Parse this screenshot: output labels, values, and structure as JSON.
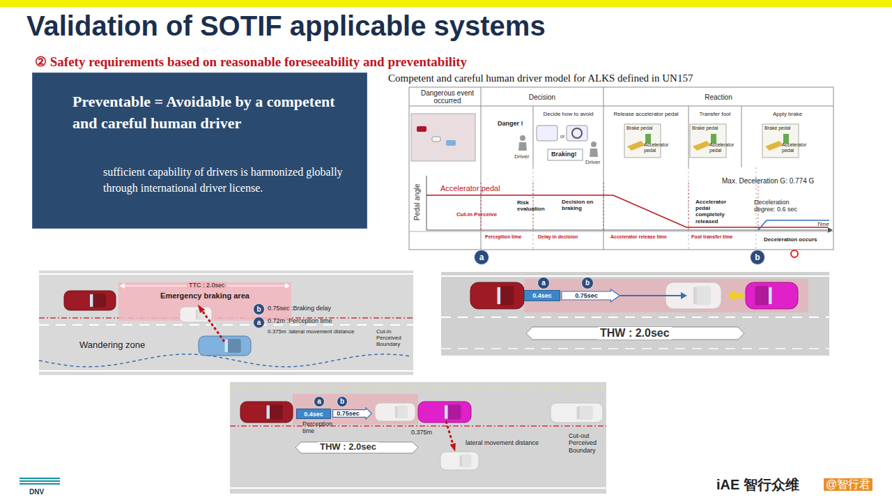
{
  "diagram": {
    "title": "Validation of SOTIF applicable systems",
    "caption": "Competent and careful human driver model for ALKS defined in UN157",
    "nodes": [
      {
        "text": [
          "Preventable = Avoidable by a competent and careful human driver",
          "sufficient capability of drivers is harmonized globally through international driver license."
        ]
      },
      {
        "text": [
          "Dangerous event occurred"
        ]
      },
      {
        "text": [
          "Decision"
        ]
      },
      {
        "text": [
          "Reaction"
        ]
      },
      {
        "text": [
          "Decide how to avoid"
        ]
      },
      {
        "text": [
          "Release accelerator pedal"
        ]
      },
      {
        "text": [
          "Transfer foot"
        ]
      },
      {
        "text": [
          "Apply brake"
        ]
      },
      {
        "text": [
          "a"
        ]
      },
      {
        "text": [
          "b"
        ]
      },
      {
        "text": [
          "Emergency braking area"
        ]
      },
      {
        "text": [
          "b"
        ]
      },
      {
        "text": [
          "a"
        ]
      },
      {
        "text": [
          "a"
        ]
      },
      {
        "text": [
          "b"
        ]
      },
      {
        "text": [
          "0.4sec"
        ]
      },
      {
        "text": [
          "0.75sec"
        ]
      },
      {
        "text": [
          "a"
        ]
      },
      {
        "text": [
          "b"
        ]
      },
      {
        "text": [
          "0.4sec"
        ]
      },
      {
        "text": [
          "0.75sec"
        ]
      }
    ],
    "labels": [
      "② Safety requirements based on reasonable foreseeability and preventability",
      "Danger !",
      "Driver",
      "Braking!",
      "or",
      "Driver",
      "Brake pedal",
      "Accelerator pedal",
      "Brake pedal",
      "Accelerator pedal",
      "Brake pedal",
      "Accelerator pedal",
      "Pedal angle",
      "Accelerator pedal",
      "Cut-in Perceive",
      "Risk evaluation",
      "Decision on braking",
      "Max. Deceleration G: 0.774 G",
      "Accelerator pedal completely released",
      "Deceleration degree: 0.6 sec",
      "Time",
      "Perception time",
      "Delay in decision",
      "Accelerator release time",
      "Foot transfer time",
      "Deceleration occurs",
      "TTC : 2.0sec",
      "0.75sec :Braking delay",
      "0.72m :Perception time",
      "0.375m :lateral movement distance",
      "Wandering zone",
      "Cut-in Perceived Boundary",
      "THW : 2.0sec",
      "Perception time",
      "0.375m",
      "lateral movement distance",
      "THW : 2.0sec",
      "Cut-out Perceived Boundary",
      "DNV",
      "iAE 智行众维",
      "@智行君"
    ]
  }
}
